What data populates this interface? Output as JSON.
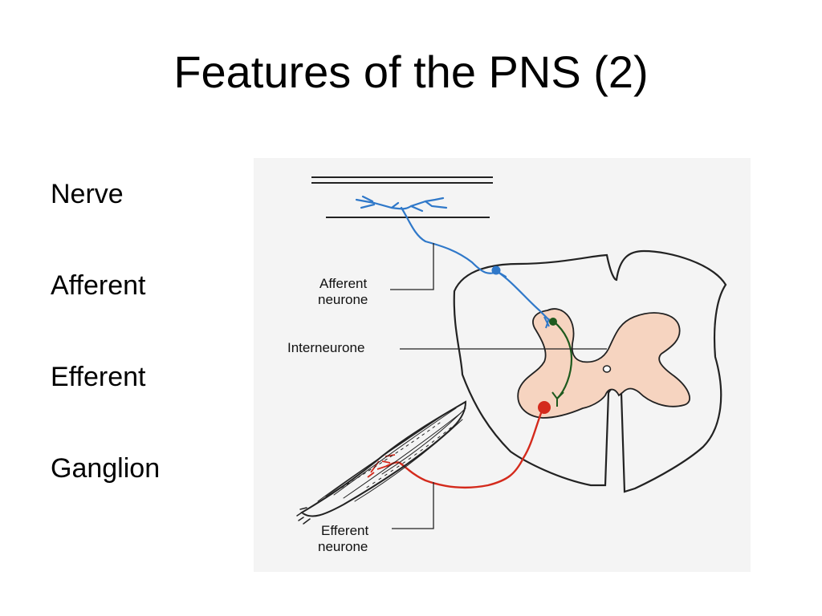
{
  "slide": {
    "title": "Features of the PNS (2)"
  },
  "bullets": [
    {
      "text": "Nerve"
    },
    {
      "text": "Afferent"
    },
    {
      "text": "Efferent"
    },
    {
      "text": "Ganglion"
    }
  ],
  "diagram": {
    "labels": {
      "afferent_1": "Afferent",
      "afferent_2": "neurone",
      "interneurone": "Interneurone",
      "efferent_1": "Efferent",
      "efferent_2": "neurone"
    },
    "colors": {
      "afferent": "#2f78c9",
      "interneurone": "#1e5a1e",
      "efferent": "#d42a1c",
      "grey_matter": "#f6d4c0",
      "background": "#f4f4f4",
      "outline": "#222222"
    }
  }
}
